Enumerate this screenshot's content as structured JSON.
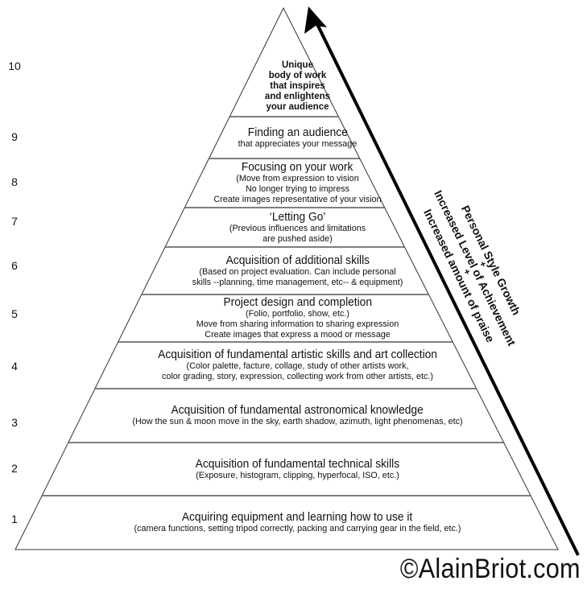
{
  "levels": [
    {
      "number": "1",
      "title": "Acquiring equipment and learning how to use it",
      "lines": [
        "(camera functions, setting tripod correctly, packing and carrying gear in the field, etc.)"
      ]
    },
    {
      "number": "2",
      "title": "Acquisition of fundamental technical skills",
      "lines": [
        "(Exposure, histogram, clipping, hyperfocal, ISO, etc.)"
      ]
    },
    {
      "number": "3",
      "title": "Acquisition of fundamental astronomical knowledge",
      "lines": [
        "(How the sun & moon move in the sky, earth shadow, azimuth, light phenomenas, etc)"
      ]
    },
    {
      "number": "4",
      "title": "Acquisition of fundamental artistic skills and art collection",
      "lines": [
        "(Color palette, facture, collage, study of other artists work,",
        "color grading, story, expression, collecting work from other artists, etc.)"
      ]
    },
    {
      "number": "5",
      "title": "Project design and completion",
      "lines": [
        "(Folio, portfolio, show, etc.)",
        "Move from sharing information to sharing expression",
        "Create images that express a mood or message"
      ]
    },
    {
      "number": "6",
      "title": "Acquisition of additional skills",
      "lines": [
        "(Based on project evaluation. Can include personal",
        "skills --planning, time management, etc-- & equipment)"
      ]
    },
    {
      "number": "7",
      "title": "‘Letting Go’",
      "lines": [
        "(Previous influences and limitations",
        "are pushed aside)"
      ]
    },
    {
      "number": "8",
      "title": "Focusing on your work",
      "lines": [
        "(Move from expression to vision",
        "No longer trying to impress",
        "Create images representative of your vision"
      ]
    },
    {
      "number": "9",
      "title": "Finding an audience",
      "lines": [
        "that appreciates your message"
      ]
    },
    {
      "number": "10",
      "title": "",
      "lines": [
        "Unique",
        "body of work",
        "that inspires",
        "and enlightens",
        "your audience"
      ]
    }
  ],
  "arrow_label": {
    "line1": "Personal Style Growth",
    "plus1": "+",
    "line2": "Increased Level of Achievement",
    "plus2": "+",
    "line3": "Increased amount of praise"
  },
  "copyright": "©AlainBriot.com"
}
